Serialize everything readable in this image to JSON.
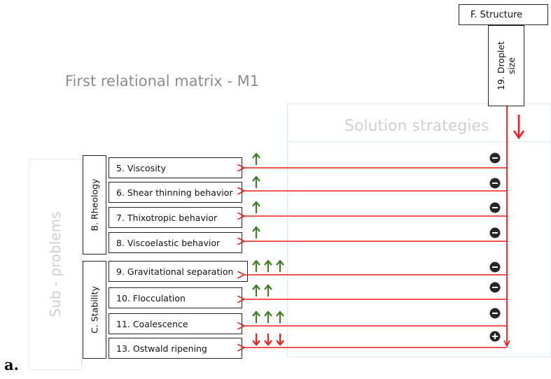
{
  "diagram": {
    "title": "First relational matrix - M1",
    "solution_strategies_label": "Solution strategies",
    "sub_problems_label": "Sub - problems",
    "figure_label": "a.",
    "structure_group": "F. Structure",
    "strategy": "19. Droplet size",
    "strategy_effect": "decrease",
    "groups": [
      {
        "label": "B. Rheology"
      },
      {
        "label": "C. Stability"
      }
    ],
    "sub_problems": [
      {
        "label": "5. Viscosity",
        "sign": "-",
        "effect": "up",
        "count": 1
      },
      {
        "label": "6. Shear thinning behavior",
        "sign": "-",
        "effect": "up",
        "count": 1
      },
      {
        "label": "7. Thixotropic behavior",
        "sign": "-",
        "effect": "up",
        "count": 1
      },
      {
        "label": "8. Viscoelastic behavior",
        "sign": "-",
        "effect": "up",
        "count": 1
      },
      {
        "label": "9. Gravitational separation",
        "sign": "-",
        "effect": "up",
        "count": 3
      },
      {
        "label": "10. Flocculation",
        "sign": "-",
        "effect": "up",
        "count": 2
      },
      {
        "label": "11. Coalescence",
        "sign": "-",
        "effect": "up",
        "count": 3
      },
      {
        "label": "13. Ostwald ripening",
        "sign": "+",
        "effect": "down",
        "count": 3
      }
    ],
    "colors": {
      "relation_line": "#ee1c1c",
      "increase_arrow": "#3f7d22",
      "decrease_arrow": "#ee1c1c",
      "sign_marker": "#262626"
    }
  }
}
